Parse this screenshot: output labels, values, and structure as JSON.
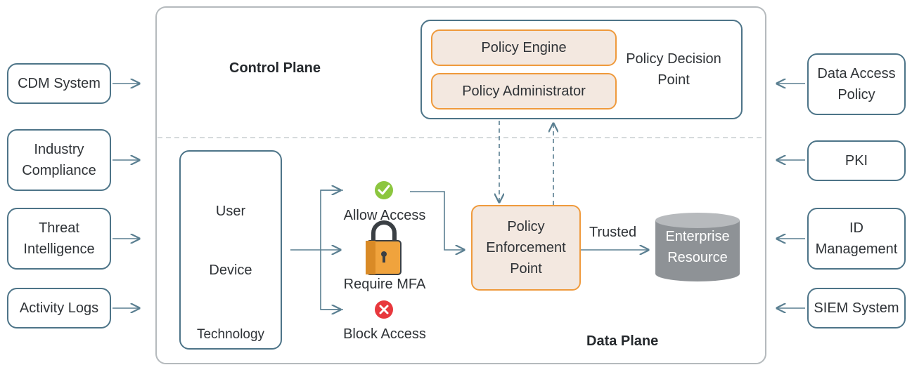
{
  "left_inputs": [
    {
      "label": "CDM System"
    },
    {
      "label": "Industry\nCompliance"
    },
    {
      "label": "Threat\nIntelligence"
    },
    {
      "label": "Activity Logs"
    }
  ],
  "right_inputs": [
    {
      "label": "Data Access\nPolicy"
    },
    {
      "label": "PKI"
    },
    {
      "label": "ID\nManagement"
    },
    {
      "label": "SIEM System"
    }
  ],
  "control_plane": {
    "title": "Control Plane"
  },
  "data_plane": {
    "title": "Data Plane"
  },
  "pdp": {
    "label": "Policy Decision\nPoint",
    "engine": "Policy Engine",
    "administrator": "Policy Administrator"
  },
  "subjects": {
    "user": "User",
    "device": "Device",
    "technology": "Technology"
  },
  "decisions": {
    "allow": "Allow Access",
    "mfa": "Require MFA",
    "block": "Block Access"
  },
  "pep": {
    "label": "Policy\nEnforcement\nPoint"
  },
  "trusted": "Trusted",
  "resource": {
    "label": "Enterprise\nResource"
  },
  "colors": {
    "border": "#4d7488",
    "accent_orange": "#ef9a3c",
    "orange_fill": "#f3e8e0",
    "allow_green": "#8cc63f",
    "block_red": "#e8383d",
    "resource_gray": "#8e9296",
    "divider": "#d6dadc"
  }
}
